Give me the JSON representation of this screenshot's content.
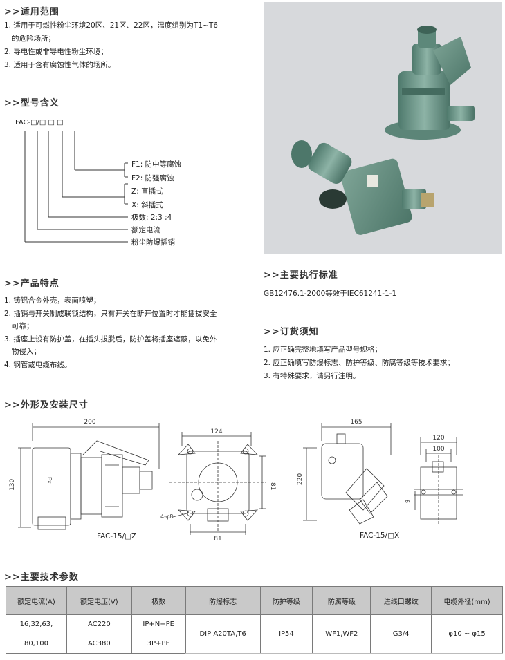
{
  "scope": {
    "title": ">>适用范围",
    "items": [
      "1. 适用于可燃性粉尘环境20区、21区、22区，温度组别为T1~T6",
      "的危险场所；",
      "2. 导电性或非导电性粉尘环境；",
      "3. 适用于含有腐蚀性气体的场所。"
    ]
  },
  "model": {
    "title": ">>型号含义",
    "code": "FAC-□/□ □ □",
    "labels": {
      "f1": "F1:  防中等腐蚀",
      "f2": "F2:  防强腐蚀",
      "z": "Z:  直插式",
      "x": "X:  斜插式",
      "poles": "极数: 2;3 ;4",
      "current": "额定电流",
      "name": "粉尘防爆插销"
    }
  },
  "features": {
    "title": ">>产品特点",
    "items": [
      "1. 铸铝合金外壳，表面喷塑；",
      "2. 插销与开关制成联锁结构，只有开关在断开位置时才能插拔安全",
      "可靠；",
      "3. 插座上设有防护盖，在插头拔脱后，防护盖将插座遮蔽，以免外",
      "物侵入；",
      "4. 钢管或电缆布线。"
    ]
  },
  "standards": {
    "title": ">>主要执行标准",
    "text": "GB12476.1-2000等效于IEC61241-1-1"
  },
  "ordering": {
    "title": ">>订货须知",
    "items": [
      "1. 应正确完整地填写产品型号规格；",
      "2. 应正确填写防爆标志、防护等级、防腐等级等技术要求；",
      "3. 有特殊要求，请另行注明。"
    ]
  },
  "dimensions": {
    "title": ">>外形及安装尺寸",
    "z_caption": "FAC-15/□Z",
    "x_caption": "FAC-15/□X",
    "d200": "200",
    "d130": "130",
    "d124": "124",
    "d81a": "81",
    "d81b": "81",
    "holes": "4-φ8",
    "d165": "165",
    "d220": "220",
    "d120": "120",
    "d100": "100",
    "d9": "9",
    "e_mark": "Ex"
  },
  "specs": {
    "title": ">>主要技术参数",
    "headers": [
      "额定电流(A)",
      "额定电压(V)",
      "极数",
      "防爆标志",
      "防护等级",
      "防腐等级",
      "进线口螺纹",
      "电缆外径(mm)"
    ],
    "current_1": "16,32,63,",
    "current_2": "80,100",
    "voltage_1": "AC220",
    "voltage_2": "AC380",
    "poles_1": "IP+N+PE",
    "poles_2": "3P+PE",
    "ex_mark": "DIP A20TA,T6",
    "ip": "IP54",
    "anticorrosion": "WF1,WF2",
    "thread": "G3/4",
    "cable": "φ10 ~ φ15"
  },
  "colors": {
    "product_green": "#6f9a8c",
    "photo_bg": "#d7d9dc",
    "table_header": "#c9c9c9"
  }
}
